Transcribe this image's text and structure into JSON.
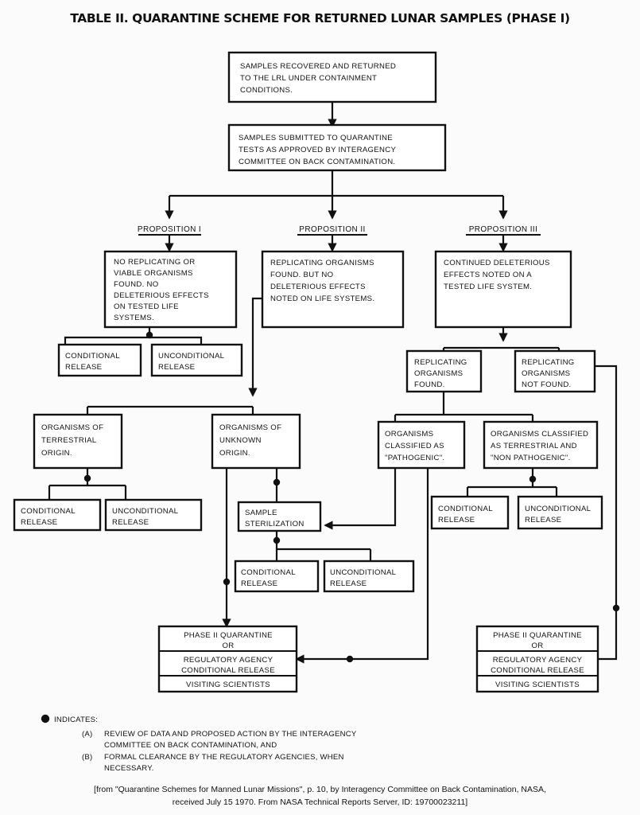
{
  "page": {
    "title": "TABLE II.  QUARANTINE SCHEME FOR RETURNED LUNAR SAMPLES (PHASE I)",
    "caption_line1": "[from \"Quarantine Schemes for Manned Lunar Missions\", p. 10, by Interagency Committee on Back Contamination, NASA,",
    "caption_line2": "received July 15 1970. From NASA Technical Reports Server, ID: 19700023211]"
  },
  "nodes": {
    "n1": {
      "lines": [
        "SAMPLES RECOVERED AND RETURNED",
        "TO THE LRL UNDER CONTAINMENT",
        "CONDITIONS."
      ]
    },
    "n2": {
      "lines": [
        "SAMPLES SUBMITTED TO QUARANTINE",
        "TESTS AS APPROVED BY INTERAGENCY",
        "COMMITTEE ON BACK CONTAMINATION."
      ]
    },
    "p1_label": "PROPOSITION I",
    "p2_label": "PROPOSITION II",
    "p3_label": "PROPOSITION III",
    "p1_box": {
      "lines": [
        "NO REPLICATING OR",
        "VIABLE ORGANISMS",
        "FOUND. NO",
        "DELETERIOUS EFFECTS",
        "ON TESTED LIFE",
        "SYSTEMS."
      ]
    },
    "p2_box": {
      "lines": [
        "REPLICATING ORGANISMS",
        "FOUND. BUT NO",
        "DELETERIOUS EFFECTS",
        "NOTED ON LIFE SYSTEMS."
      ]
    },
    "p3_box": {
      "lines": [
        "CONTINUED DELETERIOUS",
        "EFFECTS NOTED ON A",
        "TESTED LIFE SYSTEM."
      ]
    },
    "cond1": {
      "lines": [
        "CONDITIONAL",
        "RELEASE"
      ]
    },
    "uncond1": {
      "lines": [
        "UNCONDITIONAL",
        "RELEASE"
      ]
    },
    "rep_found": {
      "lines": [
        "REPLICATING",
        "ORGANISMS",
        "FOUND."
      ]
    },
    "rep_not_found": {
      "lines": [
        "REPLICATING",
        "ORGANISMS",
        "NOT FOUND."
      ]
    },
    "terrestrial": {
      "lines": [
        "ORGANISMS OF",
        "TERRESTRIAL",
        "ORIGIN."
      ]
    },
    "unknown": {
      "lines": [
        "ORGANISMS OF",
        "UNKNOWN",
        "ORIGIN."
      ]
    },
    "pathogenic": {
      "lines": [
        "ORGANISMS",
        "CLASSIFIED AS",
        "\"PATHOGENIC\"."
      ]
    },
    "non_pathogenic": {
      "lines": [
        "ORGANISMS CLASSIFIED",
        "AS TERRESTRIAL AND",
        "\"NON PATHOGENIC\"."
      ]
    },
    "cond2": {
      "lines": [
        "CONDITIONAL",
        "RELEASE"
      ]
    },
    "uncond2": {
      "lines": [
        "UNCONDITIONAL",
        "RELEASE"
      ]
    },
    "cond3": {
      "lines": [
        "CONDITIONAL",
        "RELEASE"
      ]
    },
    "uncond3": {
      "lines": [
        "UNCONDITIONAL",
        "RELEASE"
      ]
    },
    "sterilization": {
      "lines": [
        "SAMPLE",
        "STERILIZATION"
      ]
    },
    "cond4": {
      "lines": [
        "CONDITIONAL",
        "RELEASE"
      ]
    },
    "uncond4": {
      "lines": [
        "UNCONDITIONAL",
        "RELEASE"
      ]
    },
    "phase2_left": {
      "lines": [
        "PHASE II QUARANTINE",
        "OR",
        "REGULATORY AGENCY",
        "CONDITIONAL RELEASE",
        "VISITING SCIENTISTS"
      ]
    },
    "phase2_right": {
      "lines": [
        "PHASE II QUARANTINE",
        "OR",
        "REGULATORY AGENCY",
        "CONDITIONAL RELEASE",
        "VISITING SCIENTISTS"
      ]
    }
  },
  "legend": {
    "indicates": "INDICATES:",
    "a_marker": "(A)",
    "a_line1": "REVIEW OF DATA AND PROPOSED ACTION BY THE INTERAGENCY",
    "a_line2": "COMMITTEE ON BACK CONTAMINATION, AND",
    "b_marker": "(B)",
    "b_line1": "FORMAL CLEARANCE BY THE REGULATORY AGENCIES, WHEN",
    "b_line2": "NECESSARY."
  },
  "colors": {
    "ink": "#111111",
    "paper": "#fbfbfb"
  }
}
